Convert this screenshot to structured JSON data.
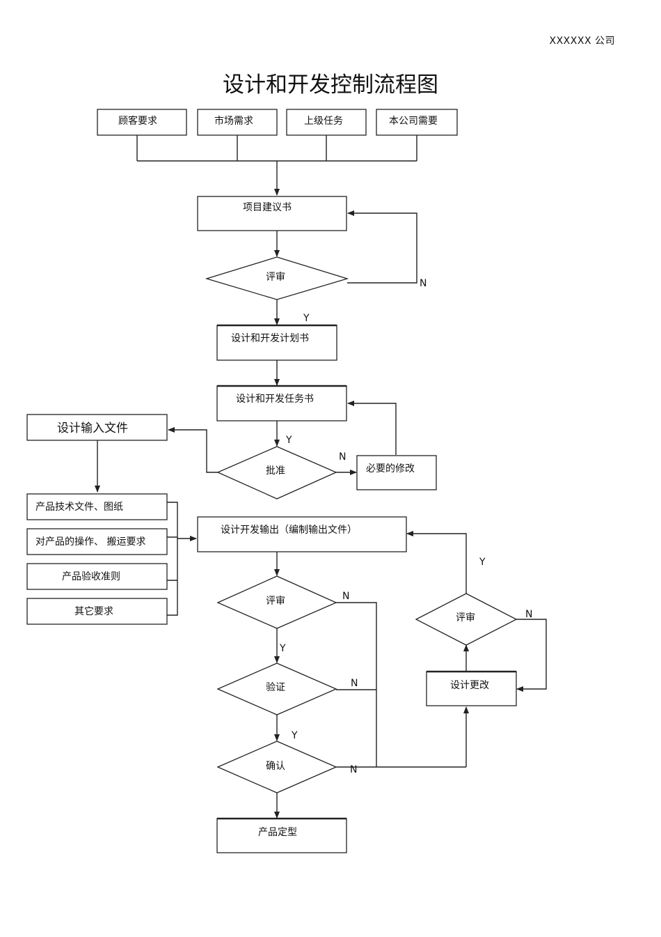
{
  "header": {
    "company": "XXXXXX    公司",
    "title": "设计和开发控制流程图"
  },
  "nodes": {
    "customer_req": "顾客要求",
    "market_need": "市场需求",
    "superior_task": "上级任务",
    "company_need": "本公司需要",
    "project_proposal": "项目建议书",
    "review1": "评审",
    "plan": "设计和开发计划书",
    "task_book": "设计和开发任务书",
    "approve": "批准",
    "modify": "必要的修改",
    "input_doc": "设计输入文件",
    "input_tech": "产品技术文件、图纸",
    "input_ops": "对产品的操作、 搬运要求",
    "input_accept": "产品验收准则",
    "input_other": "其它要求",
    "output": "设计开发输出（编制输出文件）",
    "review2": "评审",
    "verify": "验证",
    "confirm": "确认",
    "finalize": "产品定型",
    "change": "设计更改",
    "review3": "评审"
  },
  "edge_labels": {
    "n_review1": "N",
    "y_review1": "Y",
    "n_taskbook": "N",
    "y_approve": "Y",
    "n_approve": "N",
    "y_review3": "Y",
    "n_review3": "N",
    "n_review2": "N",
    "y_review2": "Y",
    "n_verify": "N",
    "y_verify": "Y",
    "n_confirm": "N"
  }
}
